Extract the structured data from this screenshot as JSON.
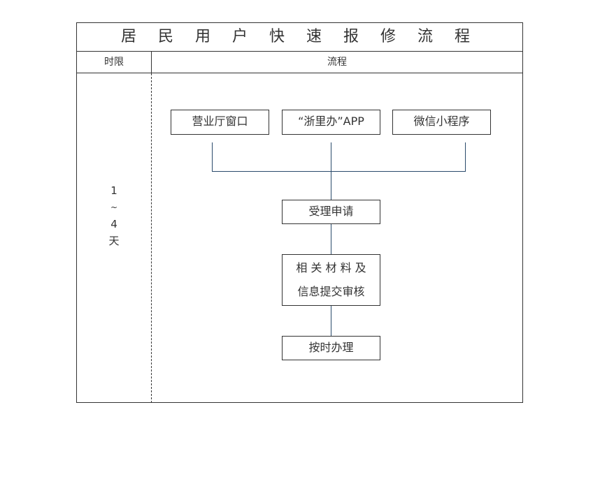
{
  "title": "居 民 用 户 快 速 报 修 流 程",
  "header": {
    "time_label": "时限",
    "flow_label": "流程"
  },
  "time_limit": {
    "line1": "1",
    "line2": "~",
    "line3": "4",
    "line4": "天"
  },
  "flow": {
    "channels": [
      "营业厅窗口",
      "“浙里办”APP",
      "微信小程序"
    ],
    "accept": "受理申请",
    "submit_line1": "相 关 材 料 及",
    "submit_line2": "信息提交审核",
    "handle": "按时办理"
  },
  "colors": {
    "border": "#333333",
    "connector": "#2a4a6b"
  }
}
